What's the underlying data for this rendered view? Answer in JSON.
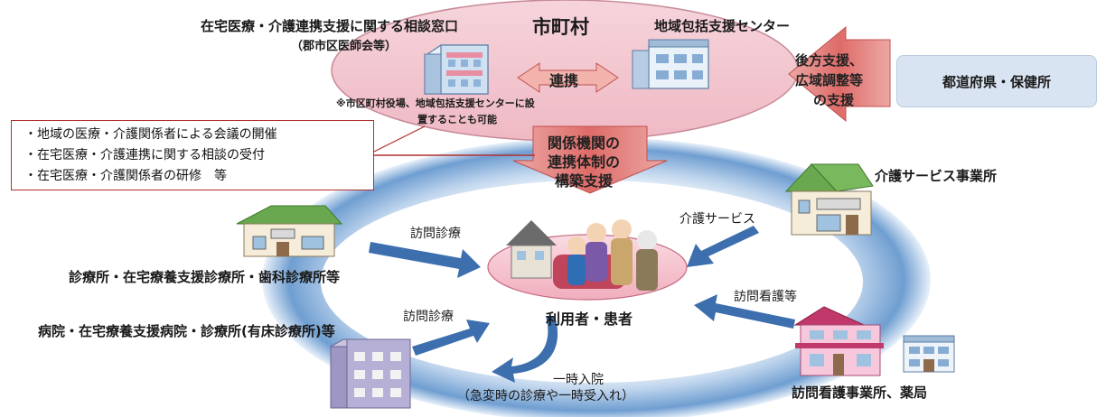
{
  "municipality": {
    "title": "市町村",
    "consult_office_title": "在宅医療・介護連携支援に関する相談窓口",
    "consult_office_sub": "（郡市区医師会等）",
    "renkei_label": "連携",
    "comprehensive_center": "地域包括支援センター",
    "note_line1": "※市区町村役場、地域包括支援センターに設",
    "note_line2": "置することも可能"
  },
  "prefecture": {
    "label": "都道府県・保健所",
    "support_arrow_lines": [
      "後方支援、",
      "広域調整等",
      "の支援"
    ]
  },
  "activities": [
    "・地域の医療・介護関係者による会議の開催",
    "・在宅医療・介護連携に関する相談の受付",
    "・在宅医療・介護関係者の研修　等"
  ],
  "central_arrow_lines": [
    "関係機関の",
    "連携体制の",
    "構築支援"
  ],
  "center": {
    "label": "利用者・患者"
  },
  "providers": {
    "clinic": "診療所・在宅療養支援診療所・歯科診療所等",
    "hospital": "病院・在宅療養支援病院・診療所(有床診療所)等",
    "care_service": "介護サービス事業所",
    "nursing_pharmacy": "訪問看護事業所、薬局"
  },
  "flows": {
    "home_visit_medical_1": "訪問診療",
    "home_visit_medical_2": "訪問診療",
    "care_service": "介護サービス",
    "home_nursing": "訪問看護等",
    "temp_admission": "一時入院",
    "temp_admission_note": "（急変時の診療や一時受入れ）"
  },
  "colors": {
    "ellipse_pink": "#f3c6cf",
    "arrow_red": "#e3716f",
    "ring_blue": "#5b8fc8",
    "flow_arrow": "#3d6fae",
    "pref_box": "#d8e4f1"
  }
}
